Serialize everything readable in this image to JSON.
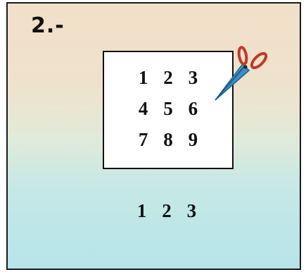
{
  "step_label": "2.-",
  "grid_numbers": [
    "1",
    "2",
    "3",
    "4",
    "5",
    "6",
    "7",
    "8",
    "9"
  ],
  "result_numbers": [
    "1",
    "2",
    "3"
  ],
  "colors": {
    "panel_top": "#f2dfc9",
    "panel_bottom": "#b7e4ea",
    "scissors_blade": "#3a8fc9",
    "scissors_handle": "#c0392b"
  },
  "icons": {
    "scissors": "scissors-icon"
  }
}
